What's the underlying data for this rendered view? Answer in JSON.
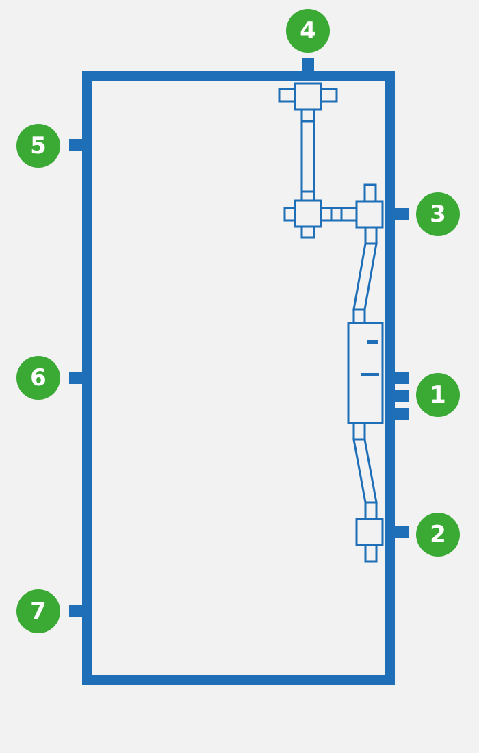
{
  "colors": {
    "background": "#f2f2f2",
    "frame": "#1f6fb8",
    "badge": "#3aaa35",
    "badge_text": "#ffffff"
  },
  "points": [
    {
      "id": "point-1",
      "label": "1"
    },
    {
      "id": "point-2",
      "label": "2"
    },
    {
      "id": "point-3",
      "label": "3"
    },
    {
      "id": "point-4",
      "label": "4"
    },
    {
      "id": "point-5",
      "label": "5"
    },
    {
      "id": "point-6",
      "label": "6"
    },
    {
      "id": "point-7",
      "label": "7"
    }
  ]
}
